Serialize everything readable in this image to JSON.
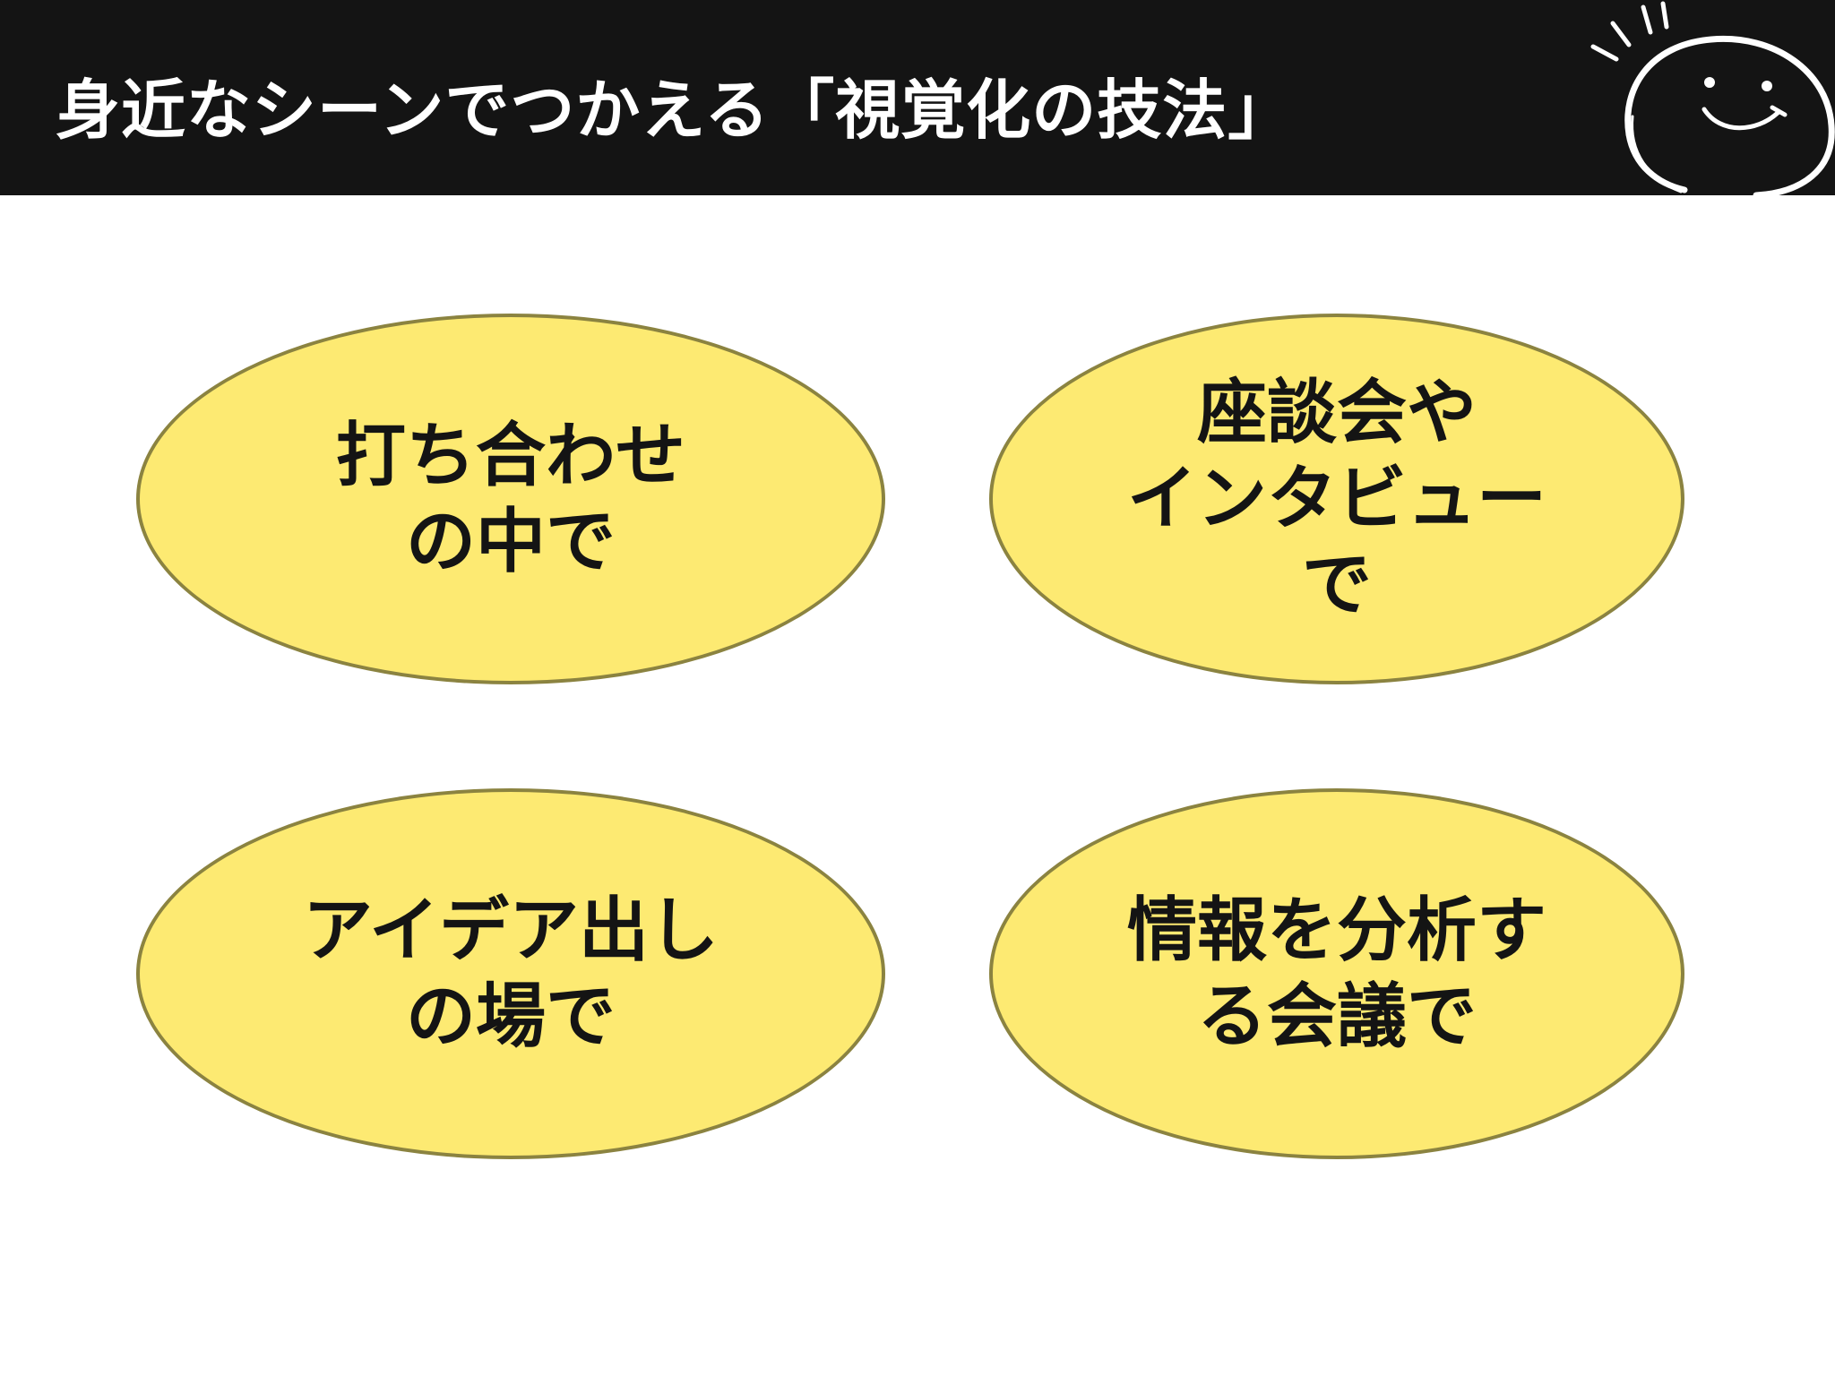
{
  "header": {
    "title": "身近なシーンでつかえる「視覚化の技法」",
    "mascot_icon": "smiley-face-icon"
  },
  "scenes": [
    {
      "lines": [
        "打ち合わせ",
        "の中で"
      ]
    },
    {
      "lines": [
        "座談会や",
        "インタビュー",
        "で"
      ]
    },
    {
      "lines": [
        "アイデア出し",
        "の場で"
      ]
    },
    {
      "lines": [
        "情報を分析す",
        "る会議で"
      ]
    }
  ],
  "colors": {
    "header_bg": "#141414",
    "oval_fill": "#fdea72",
    "oval_border": "#8b8340",
    "text": "#141414"
  }
}
